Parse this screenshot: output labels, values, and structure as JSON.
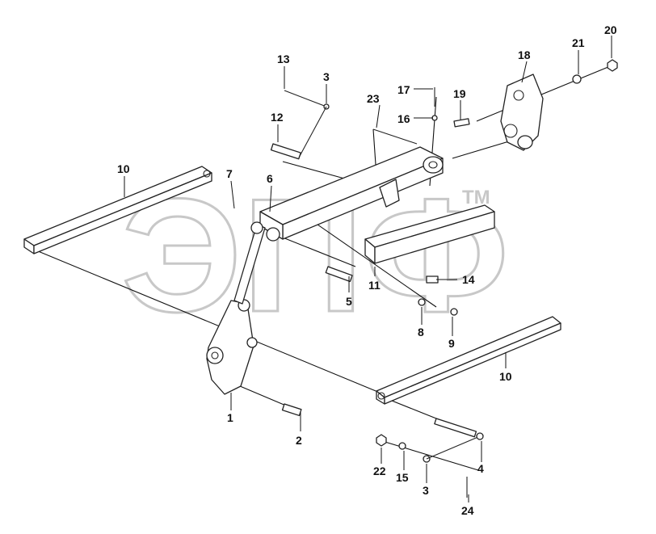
{
  "watermark": {
    "text": "ЭПФ",
    "trademark": "TM"
  },
  "callouts": [
    {
      "id": "c1",
      "label": "1"
    },
    {
      "id": "c2",
      "label": "2"
    },
    {
      "id": "c3a",
      "label": "3"
    },
    {
      "id": "c3b",
      "label": "3"
    },
    {
      "id": "c4",
      "label": "4"
    },
    {
      "id": "c5",
      "label": "5"
    },
    {
      "id": "c6",
      "label": "6"
    },
    {
      "id": "c7",
      "label": "7"
    },
    {
      "id": "c8",
      "label": "8"
    },
    {
      "id": "c9",
      "label": "9"
    },
    {
      "id": "c10a",
      "label": "10"
    },
    {
      "id": "c10b",
      "label": "10"
    },
    {
      "id": "c11",
      "label": "11"
    },
    {
      "id": "c12",
      "label": "12"
    },
    {
      "id": "c13",
      "label": "13"
    },
    {
      "id": "c14",
      "label": "14"
    },
    {
      "id": "c15",
      "label": "15"
    },
    {
      "id": "c16",
      "label": "16"
    },
    {
      "id": "c17",
      "label": "17"
    },
    {
      "id": "c18",
      "label": "18"
    },
    {
      "id": "c19",
      "label": "19"
    },
    {
      "id": "c20",
      "label": "20"
    },
    {
      "id": "c21",
      "label": "21"
    },
    {
      "id": "c22",
      "label": "22"
    },
    {
      "id": "c23",
      "label": "23"
    },
    {
      "id": "c24",
      "label": "24"
    }
  ]
}
